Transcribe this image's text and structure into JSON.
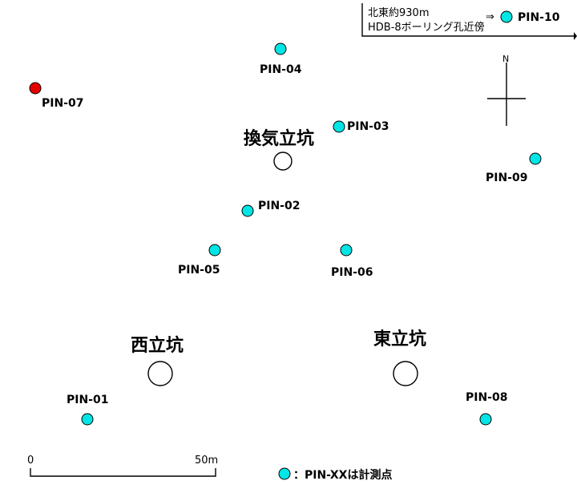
{
  "colors": {
    "measurement_point": "#00e5e5",
    "highlight_point": "#e60000",
    "shaft_fill": "#ffffff",
    "line": "#000000"
  },
  "shafts": [
    {
      "label": "換気立坑"
    },
    {
      "label": "西立坑"
    },
    {
      "label": "東立坑"
    }
  ],
  "pins": [
    {
      "id": "PIN-01",
      "color": "#00e5e5"
    },
    {
      "id": "PIN-02",
      "color": "#00e5e5"
    },
    {
      "id": "PIN-03",
      "color": "#00e5e5"
    },
    {
      "id": "PIN-04",
      "color": "#00e5e5"
    },
    {
      "id": "PIN-05",
      "color": "#00e5e5"
    },
    {
      "id": "PIN-06",
      "color": "#00e5e5"
    },
    {
      "id": "PIN-07",
      "color": "#e60000"
    },
    {
      "id": "PIN-08",
      "color": "#00e5e5"
    },
    {
      "id": "PIN-09",
      "color": "#00e5e5"
    },
    {
      "id": "PIN-10",
      "color": "#00e5e5"
    }
  ],
  "inset": {
    "line1": "北東約930m",
    "line2": "HDB-8ボーリング孔近傍",
    "arrow": "⇒"
  },
  "north": {
    "label": "N",
    "icon": "north-arrow-icon"
  },
  "scale_bar": {
    "start_label": "0",
    "end_label": "50m"
  },
  "legend": {
    "text": "：PIN-XXは計測点"
  }
}
